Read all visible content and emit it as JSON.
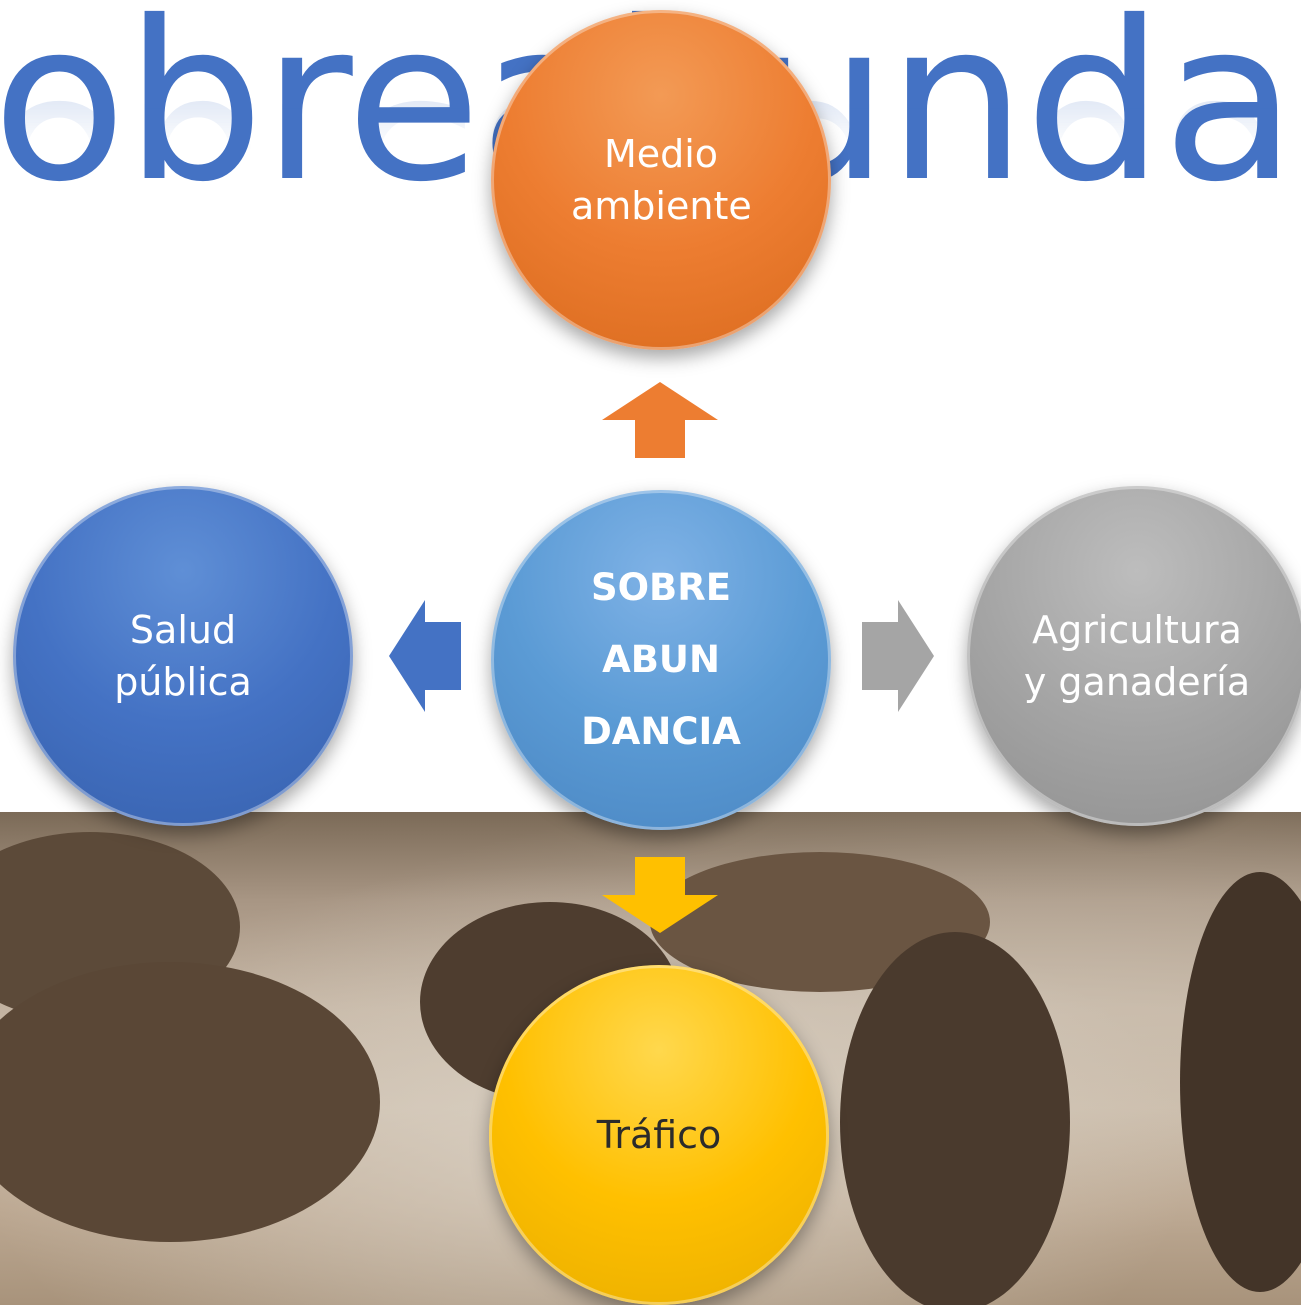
{
  "title": "obreabundancia",
  "center": {
    "lines": [
      "SOBRE",
      "ABUN",
      "DANCIA"
    ]
  },
  "nodes": {
    "top": {
      "text": "Medio ambiente",
      "color": "#ed7d31"
    },
    "left": {
      "text": "Salud pública",
      "color": "#4472c4"
    },
    "right": {
      "text": "Agricultura y ganadería",
      "color": "#a5a5a5"
    },
    "bottom": {
      "text": "Tráfico",
      "color": "#ffc000"
    }
  }
}
